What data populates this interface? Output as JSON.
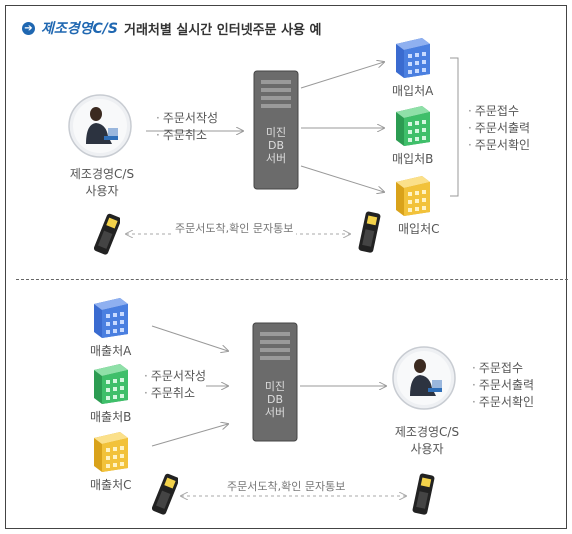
{
  "title": {
    "main": "제조경영C/S",
    "rest": "거래처별 실시간 인터넷주문 사용 예"
  },
  "top": {
    "user_label_line1": "제조경영C/S",
    "user_label_line2": "사용자",
    "actions": [
      "주문서작성",
      "주문취소"
    ],
    "server_label": [
      "미진",
      "DB",
      "서버"
    ],
    "suppliers": [
      "매입처A",
      "매입처B",
      "매입처C"
    ],
    "supplier_actions": [
      "주문접수",
      "주문서출력",
      "주문서확인"
    ],
    "sms_text": "주문서도착,확인 문자통보"
  },
  "bottom": {
    "sellers": [
      "매출처A",
      "매출처B",
      "매출처C"
    ],
    "actions": [
      "주문서작성",
      "주문취소"
    ],
    "server_label": [
      "미진",
      "DB",
      "서버"
    ],
    "user_label_line1": "제조경영C/S",
    "user_label_line2": "사용자",
    "user_actions": [
      "주문접수",
      "주문서출력",
      "주문서확인"
    ],
    "sms_text": "주문서도착,확인 문자통보"
  },
  "colors": {
    "title_blue": "#1f67b1",
    "building_blue": "#4a7fe0",
    "building_green": "#3fbf6a",
    "building_yellow": "#f2c23a",
    "server_gray": "#6b6b6b"
  }
}
